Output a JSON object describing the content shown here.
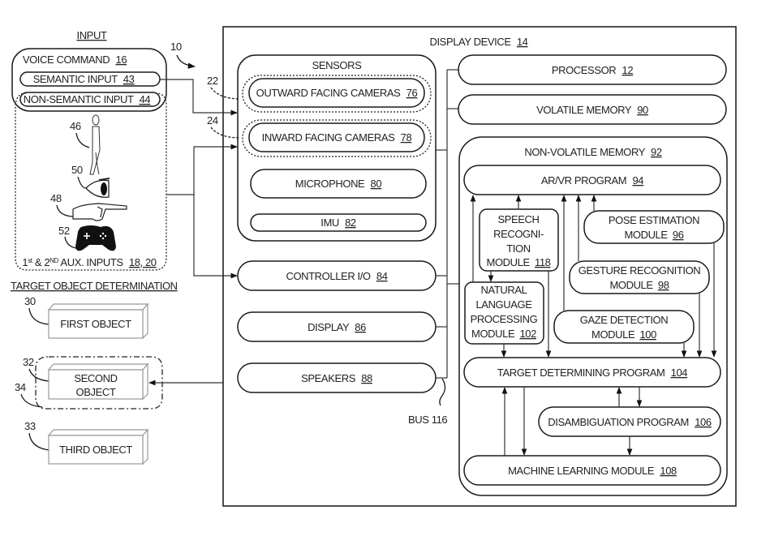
{
  "figure_ref": "10",
  "input": {
    "heading": "INPUT",
    "voice_command": {
      "label": "VOICE COMMAND",
      "ref": "16"
    },
    "semantic_input": {
      "label": "SEMANTIC INPUT",
      "ref": "43"
    },
    "non_semantic_input": {
      "label": "NON-SEMANTIC INPUT",
      "ref": "44"
    },
    "aux_inputs": {
      "label_prefix": "1",
      "sup1": "st",
      "mid": " & 2",
      "sup2": "ND",
      "label_suffix": " AUX. INPUTS",
      "ref": "18, 20"
    },
    "icons": [
      {
        "name": "body-pose-icon",
        "ref": "46"
      },
      {
        "name": "eye-gaze-icon",
        "ref": "50"
      },
      {
        "name": "pointing-hand-icon",
        "ref": "48"
      },
      {
        "name": "game-controller-icon",
        "ref": "52"
      }
    ]
  },
  "target_objects": {
    "heading": "TARGET OBJECT DETERMINATION",
    "objects": [
      {
        "label_line1": "FIRST OBJECT",
        "label_line2": "",
        "ref": "30"
      },
      {
        "label_line1": "SECOND",
        "label_line2": "OBJECT",
        "ref": "32"
      },
      {
        "label_line1": "THIRD OBJECT",
        "label_line2": "",
        "ref": "33"
      }
    ],
    "selection_ref": "34"
  },
  "display_device": {
    "label": "DISPLAY DEVICE",
    "ref": "14",
    "sensors": {
      "label": "SENSORS",
      "outward_cameras": {
        "label": "OUTWARD FACING CAMERAS",
        "ref": "76",
        "callout": "22"
      },
      "inward_cameras": {
        "label": "INWARD FACING CAMERAS",
        "ref": "78",
        "callout": "24"
      },
      "microphone": {
        "label": "MICROPHONE",
        "ref": "80"
      },
      "imu": {
        "label": "IMU",
        "ref": "82"
      }
    },
    "controller_io": {
      "label": "CONTROLLER I/O",
      "ref": "84"
    },
    "display": {
      "label": "DISPLAY",
      "ref": "86"
    },
    "speakers": {
      "label": "SPEAKERS",
      "ref": "88"
    },
    "bus": {
      "label": "BUS 116"
    },
    "processor": {
      "label": "PROCESSOR",
      "ref": "12"
    },
    "volatile_memory": {
      "label": "VOLATILE MEMORY",
      "ref": "90"
    },
    "non_volatile_memory": {
      "label": "NON-VOLATILE MEMORY",
      "ref": "92",
      "ar_vr_program": {
        "label": "AR/VR PROGRAM",
        "ref": "94"
      },
      "speech_recognition": {
        "lines": [
          "SPEECH",
          "RECOGNI-",
          "TION",
          "MODULE"
        ],
        "ref": "118"
      },
      "pose_estimation": {
        "line1": "POSE ESTIMATION",
        "line2": "MODULE",
        "ref": "96"
      },
      "gesture_recognition": {
        "line1": "GESTURE RECOGNITION",
        "line2": "MODULE",
        "ref": "98"
      },
      "natural_language": {
        "lines": [
          "NATURAL",
          "LANGUAGE",
          "PROCESSING",
          "MODULE"
        ],
        "ref": "102"
      },
      "gaze_detection": {
        "line1": "GAZE DETECTION",
        "line2": "MODULE",
        "ref": "100"
      },
      "target_determining": {
        "label": "TARGET DETERMINING PROGRAM",
        "ref": "104"
      },
      "disambiguation": {
        "label": "DISAMBIGUATION PROGRAM",
        "ref": "106"
      },
      "machine_learning": {
        "label": "MACHINE LEARNING MODULE",
        "ref": "108"
      }
    }
  }
}
